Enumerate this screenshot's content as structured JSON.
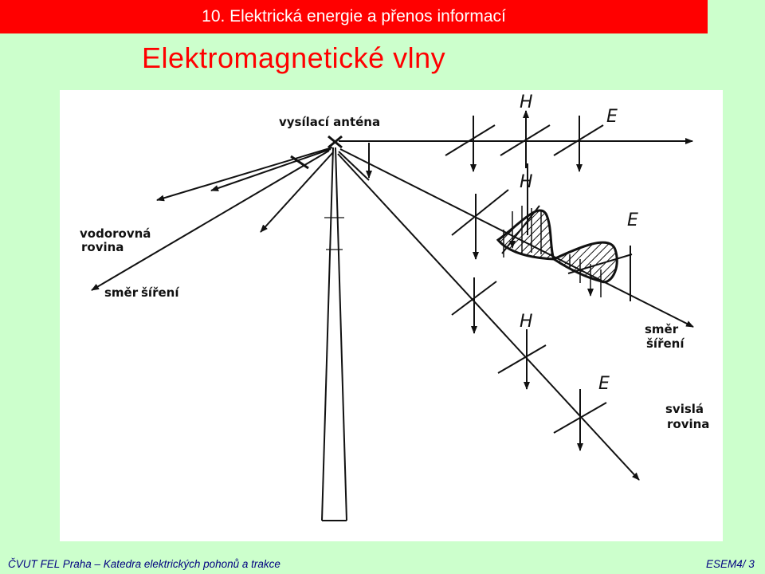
{
  "header": {
    "title": "10. Elektrická energie a přenos informací"
  },
  "slide": {
    "title": "Elektromagnetické vlny"
  },
  "figure": {
    "antenna_label": "vysílací anténa",
    "horizontal_plane_label_line1": "vodorovná",
    "horizontal_plane_label_line2": "rovina",
    "propagation_left_line1": "směr",
    "propagation_left_line2": "šíření",
    "propagation_right_line1": "směr",
    "propagation_right_line2": "šíření",
    "vertical_plane_label_line1": "svislá",
    "vertical_plane_label_line2": "rovina",
    "field_h": "H",
    "field_e": "E"
  },
  "footer": {
    "left": "ČVUT FEL Praha – Katedra elektrických pohonů a trakce",
    "right": "ESEM4/  3"
  },
  "colors": {
    "header_bg": "#ff0000",
    "slide_bg": "#ccffcc",
    "title_red": "#ff0000",
    "footer_text": "#000080"
  }
}
